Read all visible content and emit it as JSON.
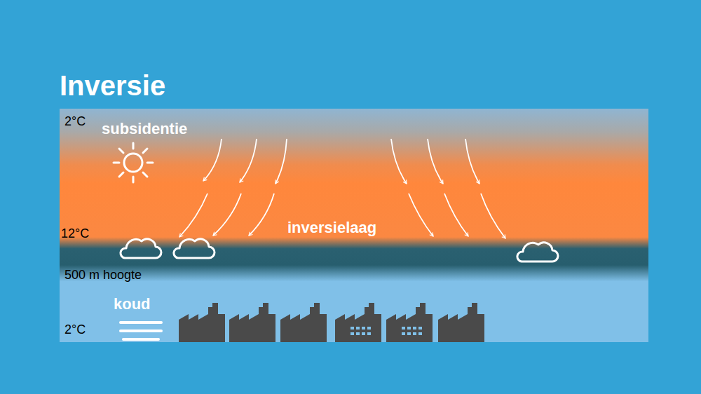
{
  "diagram": {
    "title": "Inversie",
    "labels": [
      "2°C",
      "subsidentie",
      "inversielaag",
      "12°C",
      "500 m hoogte",
      "koud",
      "2°C"
    ]
  }
}
